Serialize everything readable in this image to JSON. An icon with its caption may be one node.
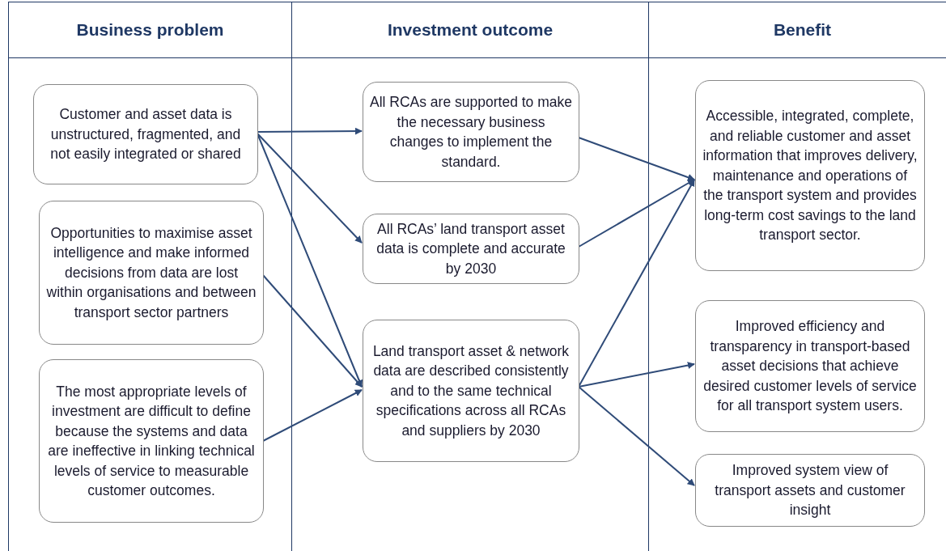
{
  "diagram": {
    "nodes": [
      {
        "text": [
          "Business problem"
        ]
      },
      {
        "text": [
          "Customer and asset data is unstructured, fragmented, and not easily integrated or shared"
        ],
        "in": 0
      },
      {
        "text": [
          "Opportunities to maximise asset intelligence and make informed decisions from data are lost within organisations and between transport sector partners"
        ],
        "in": 0
      },
      {
        "text": [
          "The most appropriate levels of investment are difficult to define because the systems and data are ineffective in linking technical levels of service to measurable customer outcomes."
        ],
        "in": 0
      },
      {
        "text": [
          "Investment outcome"
        ]
      },
      {
        "text": [
          "All RCAs are supported to make the necessary business changes to implement the standard."
        ],
        "in": 4
      },
      {
        "text": [
          "All RCAs’ land transport asset data is complete and accurate by 2030"
        ],
        "in": 4
      },
      {
        "text": [
          "Land transport asset & network data are described consistently and to the same technical specifications across all RCAs and suppliers by 2030"
        ],
        "in": 4
      },
      {
        "text": [
          "Benefit"
        ]
      },
      {
        "text": [
          "Accessible, integrated, complete, and reliable customer and asset information that improves delivery, maintenance and operations of the transport system and provides long-term cost savings to the land transport sector."
        ],
        "in": 8
      },
      {
        "text": [
          "Improved efficiency and transparency in transport-based asset decisions that achieve desired customer levels of service for all transport system users."
        ],
        "in": 8
      },
      {
        "text": [
          "Improved system view of transport assets and customer insight"
        ],
        "in": 8
      }
    ],
    "edges": [
      {
        "from": 1,
        "to": 5,
        "arrow": "to"
      },
      {
        "from": 1,
        "to": 6,
        "arrow": "to"
      },
      {
        "from": 1,
        "to": 7,
        "arrow": "to"
      },
      {
        "from": 2,
        "to": 7,
        "arrow": "to"
      },
      {
        "from": 3,
        "to": 7,
        "arrow": "to"
      },
      {
        "from": 5,
        "to": 9,
        "arrow": "to"
      },
      {
        "from": 6,
        "to": 9,
        "arrow": "to"
      },
      {
        "from": 7,
        "to": 9,
        "arrow": "to"
      },
      {
        "from": 7,
        "to": 10,
        "arrow": "to"
      },
      {
        "from": 7,
        "to": 11,
        "arrow": "to"
      }
    ]
  }
}
